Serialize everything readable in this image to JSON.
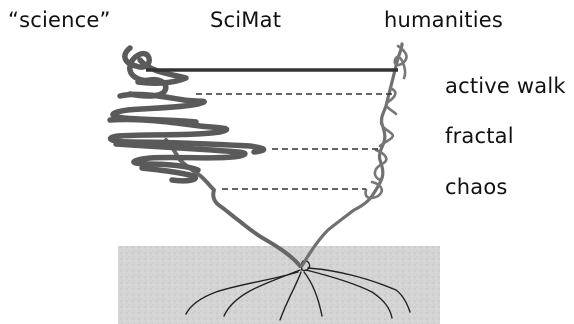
{
  "headers": {
    "left": "“science”",
    "middle": "SciMat",
    "right": "humanities"
  },
  "levels": [
    {
      "label": "active walk"
    },
    {
      "label": "fractal"
    },
    {
      "label": "chaos"
    }
  ],
  "colors": {
    "ground": "#d2d2d2",
    "strand": "#666666",
    "roots": "#222222",
    "dashes": "#333333",
    "bar": "#333333"
  }
}
